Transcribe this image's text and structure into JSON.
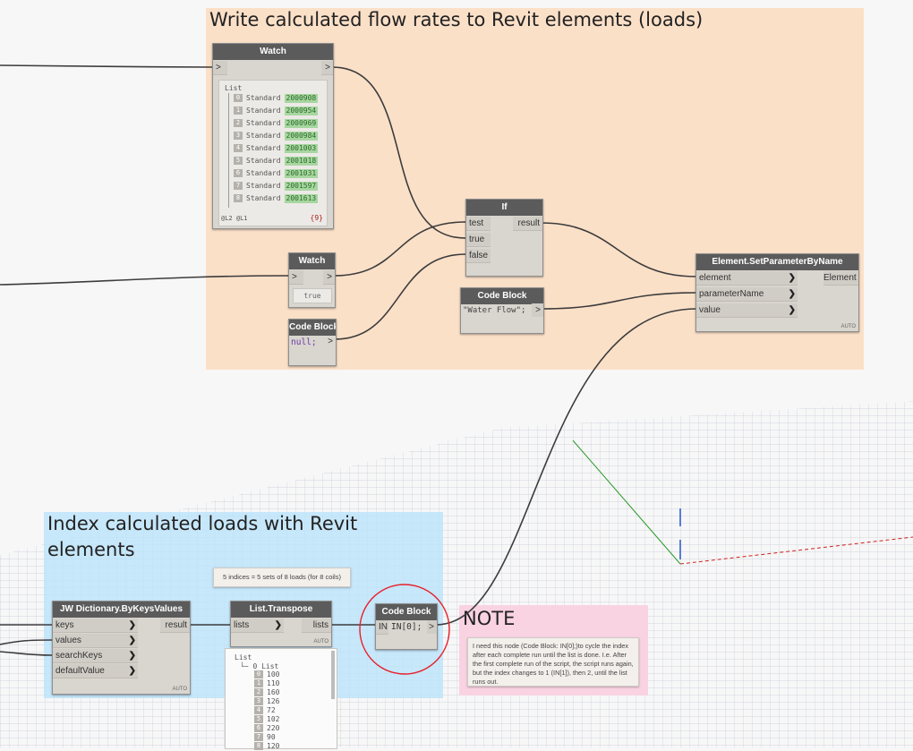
{
  "groups": {
    "write_title": "Write calculated flow rates to Revit elements (loads)",
    "index_title": "Index calculated loads with Revit elements",
    "note_title": "NOTE"
  },
  "watch1": {
    "title": "Watch",
    "in_chev": ">",
    "out_chev": ">",
    "list_header": "List",
    "items": [
      {
        "idx": "0",
        "type": "Standard",
        "val": "2000908"
      },
      {
        "idx": "1",
        "type": "Standard",
        "val": "2000954"
      },
      {
        "idx": "2",
        "type": "Standard",
        "val": "2000969"
      },
      {
        "idx": "3",
        "type": "Standard",
        "val": "2000984"
      },
      {
        "idx": "4",
        "type": "Standard",
        "val": "2001003"
      },
      {
        "idx": "5",
        "type": "Standard",
        "val": "2001018"
      },
      {
        "idx": "6",
        "type": "Standard",
        "val": "2001031"
      },
      {
        "idx": "7",
        "type": "Standard",
        "val": "2001597"
      },
      {
        "idx": "8",
        "type": "Standard",
        "val": "2001613"
      }
    ],
    "footer_levels": "@L2 @L1",
    "footer_count": "{9}"
  },
  "watch2": {
    "title": "Watch",
    "in_chev": ">",
    "out_chev": ">",
    "value": "true"
  },
  "code_null": {
    "title": "Code Block",
    "code": "null;",
    "out_chev": ">"
  },
  "if_node": {
    "title": "If",
    "inputs": [
      "test",
      "true",
      "false"
    ],
    "output": "result"
  },
  "code_water": {
    "title": "Code Block",
    "code": "\"Water Flow\";",
    "out_chev": ">"
  },
  "set_param": {
    "title": "Element.SetParameterByName",
    "inputs": [
      "element",
      "parameterName",
      "value"
    ],
    "output": "Element",
    "auto": "AUTO"
  },
  "dict_node": {
    "title": "JW Dictionary.ByKeysValues",
    "inputs": [
      "keys",
      "values",
      "searchKeys",
      "defaultValue"
    ],
    "output": "result",
    "auto": "AUTO"
  },
  "transpose": {
    "title": "List.Transpose",
    "input": "lists",
    "output": "lists",
    "auto": "AUTO"
  },
  "code_index": {
    "title": "Code Block",
    "input": "IN",
    "code": "IN[0];",
    "out_chev": ">"
  },
  "indices_note": "5 indices = 5 sets of 8 loads (for 8 coils)",
  "note_text": "I need this node (Code Block: IN[0];)to cycle the index after each complete run until the list is done. I.e. After the first complete run of the script, the script runs again, but the index changes to 1 (IN[1]), then 2, until the list runs out.",
  "preview_list": {
    "header": "List",
    "sub": "└− 0 List",
    "items": [
      {
        "idx": "0",
        "val": "100"
      },
      {
        "idx": "1",
        "val": "110"
      },
      {
        "idx": "2",
        "val": "160"
      },
      {
        "idx": "3",
        "val": "126"
      },
      {
        "idx": "4",
        "val": "72"
      },
      {
        "idx": "5",
        "val": "102"
      },
      {
        "idx": "6",
        "val": "220"
      },
      {
        "idx": "7",
        "val": "90"
      },
      {
        "idx": "8",
        "val": "120"
      }
    ]
  },
  "colors": {
    "write_group": "#fbe0c8",
    "index_group": "#cce9f9",
    "note_group": "#f9d3e2",
    "node_header": "#5b5b5b",
    "watch_value_green": "#a7d6a0",
    "annotation_red": "#e8202a"
  }
}
